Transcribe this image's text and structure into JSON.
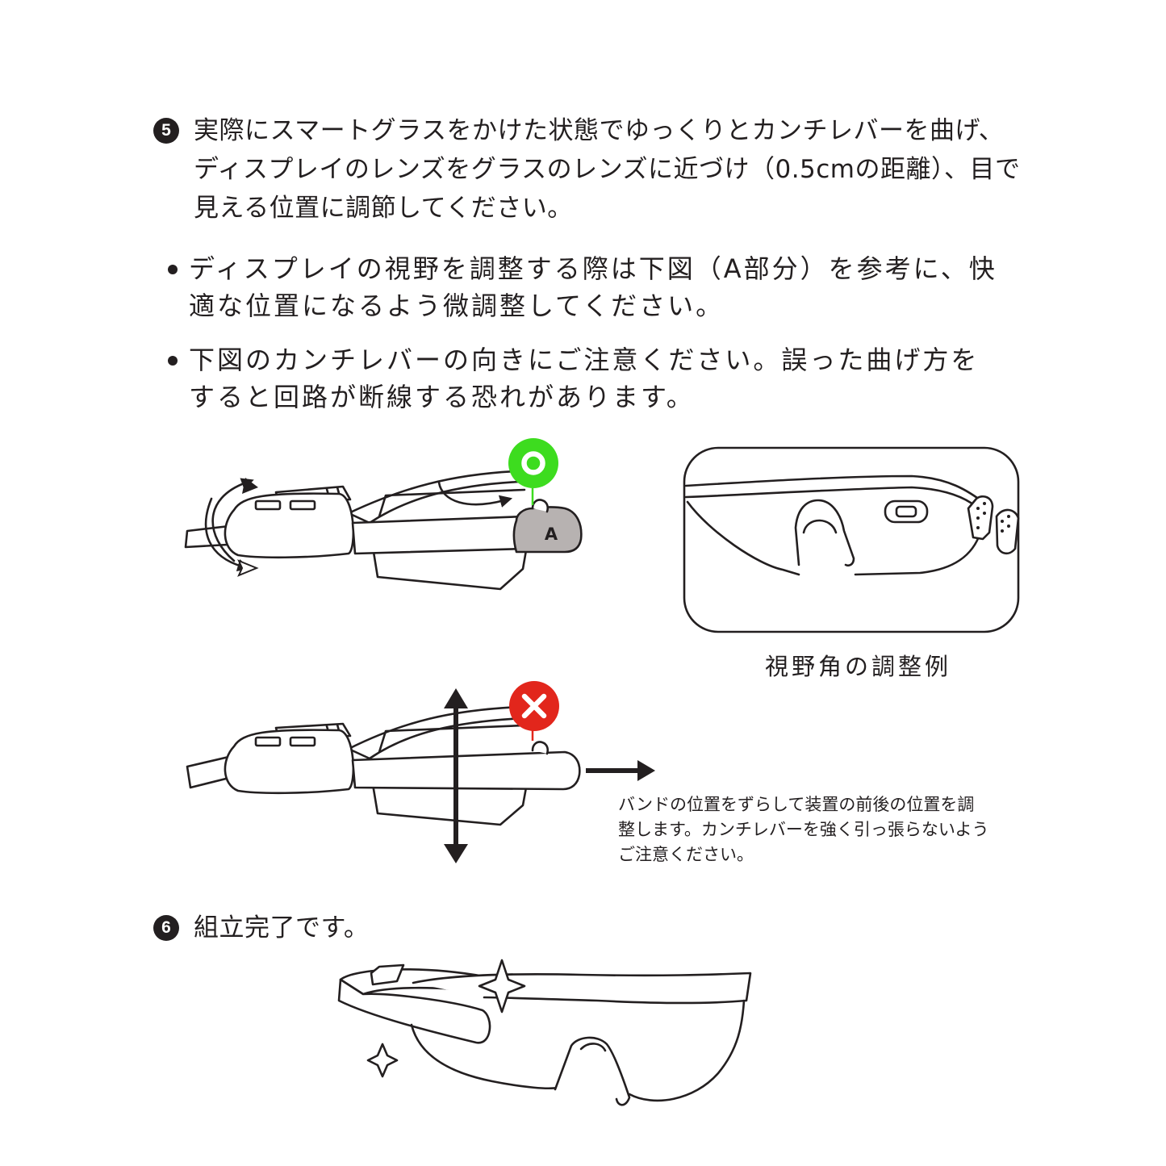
{
  "step5": {
    "number": "5",
    "lines": [
      "実際にスマートグラスをかけた状態でゆっくりとカンチレバーを曲げ、",
      "ディスプレイのレンズをグラスのレンズに近づけ（0.5cmの距離）、目で",
      "見える位置に調節してください。"
    ]
  },
  "bullets": [
    {
      "lines": [
        "ディスプレイの視野を調整する際は下図（A部分）を参考に、快",
        "適な位置になるよう微調整してください。"
      ]
    },
    {
      "lines": [
        "下図のカンチレバーの向きにご注意ください。誤った曲げ方を",
        "すると回路が断線する恐れがあります。"
      ]
    }
  ],
  "figure_correct": {
    "mark": "o-mark-icon",
    "mark_color": "#3ddc1f",
    "part_label": "A",
    "part_fill": "#b7b2b1"
  },
  "figure_fov": {
    "caption": "視野角の調整例"
  },
  "figure_wrong": {
    "mark": "x-mark-icon",
    "mark_color": "#e2261c",
    "note_lines": [
      "バンドの位置をずらして装置の前後の位置を調",
      "整します。カンチレバーを強く引っ張らないよう",
      "ご注意ください。"
    ]
  },
  "step6": {
    "number": "6",
    "text": "組立完了です。"
  }
}
